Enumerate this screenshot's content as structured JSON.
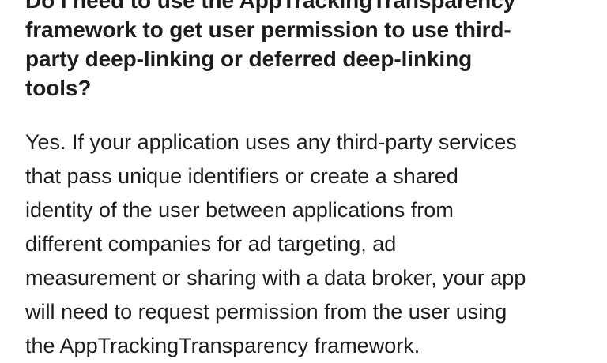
{
  "faq": {
    "question_lines": [
      "Do I need to use the AppTrackingTransparency",
      "framework to get user permission to use third-",
      "party deep-linking or deferred deep-linking",
      "tools?"
    ],
    "answer_lines": [
      "Yes. If your application uses any third-party services",
      "that pass unique identifiers or create a shared",
      "identity of the user between applications from",
      "different companies for ad targeting, ad",
      "measurement or sharing with a data broker, your app",
      "will need to request permission from the user using",
      "the AppTrackingTransparency framework."
    ]
  }
}
